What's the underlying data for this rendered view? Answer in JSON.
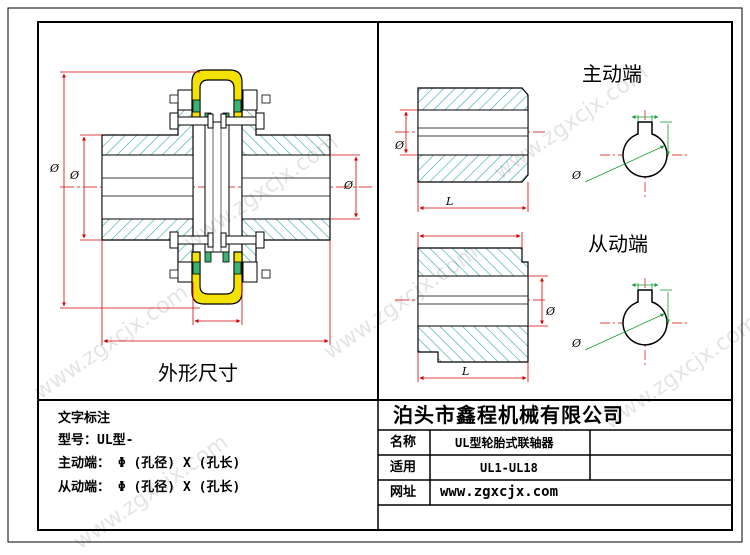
{
  "views": {
    "outline_title": "外形尺寸",
    "drive_title": "主动端",
    "driven_title": "从动端"
  },
  "dimension_symbols": {
    "diameter": "Ø",
    "length": "L"
  },
  "notes": {
    "heading": "文字标注",
    "model_line": "型号：UL型-",
    "drive_line": "主动端：  Φ     (孔径) X       (孔长)",
    "driven_line": "从动端：  Φ     (孔径) X       (孔长)"
  },
  "title_block": {
    "company": "泊头市鑫程机械有限公司",
    "name_label": "名称",
    "name_value": "UL型轮胎式联轴器",
    "applicable_label": "适用",
    "applicable_value": "UL1-UL18",
    "website_label": "网址",
    "website_value": "www.zgxcjx.com"
  },
  "watermark": "www.zgxcjx.com",
  "colors": {
    "hatch": "#3aa6a6",
    "tire": "#f3e100",
    "rubber_pad": "#3cb371",
    "dimension": "#d40000",
    "dimension_green": "#1a9a3a"
  }
}
